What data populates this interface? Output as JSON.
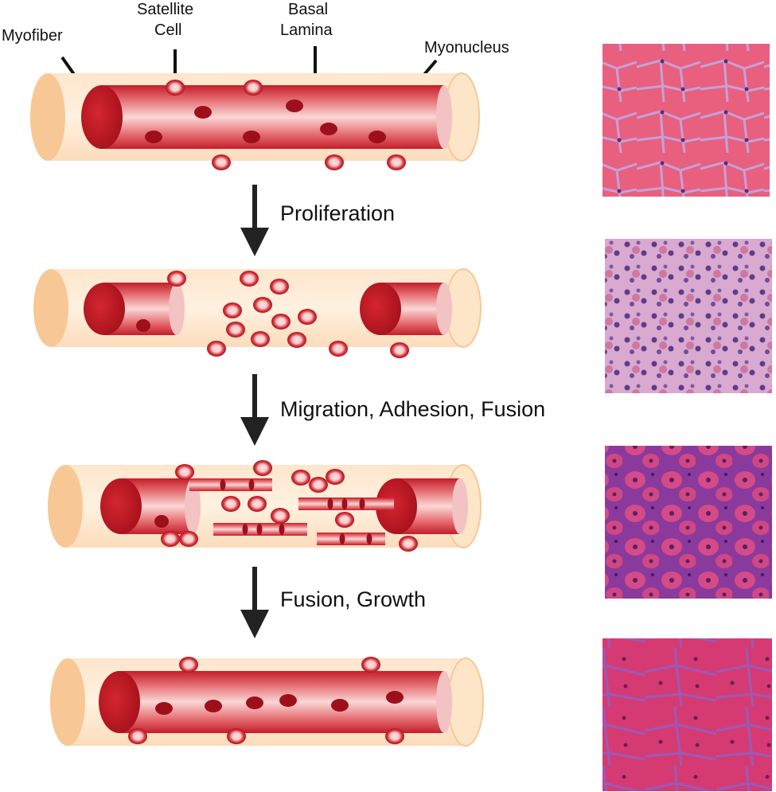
{
  "labels": {
    "myofiber": "Myofiber",
    "satellite_cell_line1": "Satellite",
    "satellite_cell_line2": "Cell",
    "basal_lamina_line1": "Basal",
    "basal_lamina_line2": "Lamina",
    "myonucleus": "Myonucleus"
  },
  "steps": [
    {
      "label": "Proliferation"
    },
    {
      "label": "Migration, Adhesion, Fusion"
    },
    {
      "label": "Fusion, Growth"
    }
  ],
  "histology_panels": [
    {
      "stage": "intact",
      "tone": "#e8607e"
    },
    {
      "stage": "proliferation",
      "tone": "#c58ab8"
    },
    {
      "stage": "fusion",
      "tone": "#b8408f"
    },
    {
      "stage": "regenerated",
      "tone": "#d63a73"
    }
  ],
  "colors": {
    "lamina": "#fde5c8",
    "lamina_edge": "#f7c896",
    "fiber": "#c71f2a",
    "fiber_light": "#f4b4b4",
    "nucleus": "#9e0f1c",
    "arrow": "#222222"
  }
}
